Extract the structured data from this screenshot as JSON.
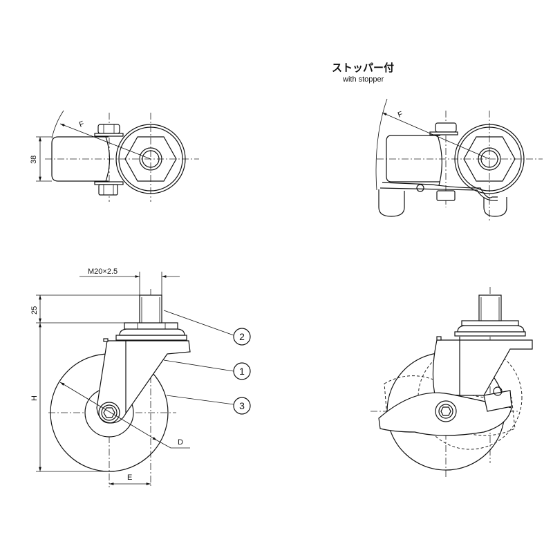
{
  "title": {
    "jp": "ストッパー付",
    "en": "with stopper"
  },
  "top_view": {
    "radius_label": "F",
    "width_label": "38"
  },
  "stopper_top_view": {
    "radius_label": "F"
  },
  "side_view": {
    "thread_label": "M20×2.5",
    "stem_height_label": "25",
    "height_label": "H",
    "diameter_label": "D",
    "offset_label": "E",
    "callouts": [
      "2",
      "1",
      "3"
    ]
  }
}
